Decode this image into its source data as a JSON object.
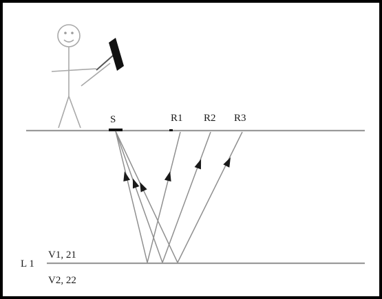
{
  "diagram": {
    "source_label": "S",
    "receivers": [
      "R1",
      "R2",
      "R3"
    ],
    "layer_label": "L 1",
    "upper_layer_label": "V1, 21",
    "lower_layer_label": "V2, 22"
  },
  "colors": {
    "frame": "#000000",
    "lines": "#9a9a9a",
    "arrowheads": "#1a1a1a",
    "hammer": "#111111"
  },
  "icons": {
    "operator": "stick-figure-with-hammer"
  }
}
